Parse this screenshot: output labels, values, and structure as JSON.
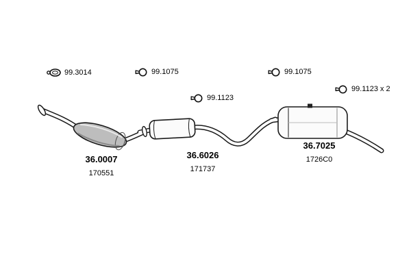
{
  "fasteners": [
    {
      "label": "99.3014",
      "icon": "gasket-icon"
    },
    {
      "label": "99.1075",
      "icon": "clamp-icon"
    },
    {
      "label": "99.1075",
      "icon": "clamp-icon"
    },
    {
      "label": "99.1123",
      "icon": "clamp-icon"
    },
    {
      "label": "99.1123 x 2",
      "icon": "clamp-icon"
    }
  ],
  "parts": [
    {
      "code": "36.0007",
      "ref": "170551"
    },
    {
      "code": "36.6026",
      "ref": "171737"
    },
    {
      "code": "36.7025",
      "ref": "1726C0"
    }
  ],
  "colors": {
    "line": "#1a1a1a",
    "cat_fill": "#bdbdbd",
    "muffler_fill": "#fbfbfb",
    "background": "#ffffff"
  }
}
